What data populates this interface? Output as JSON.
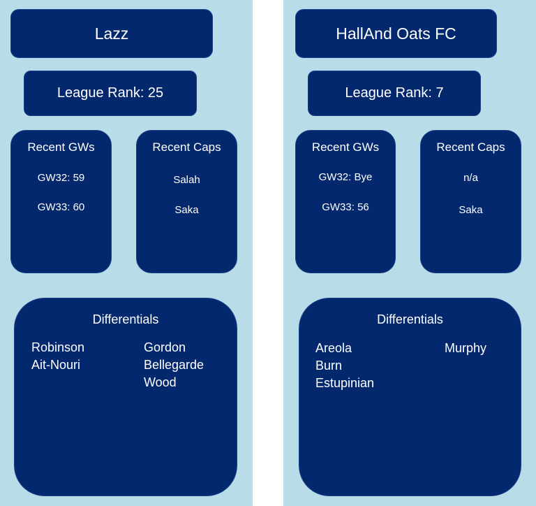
{
  "teams": [
    {
      "name": "Lazz",
      "league_rank": "League Rank: 25",
      "recent_gws": {
        "title": "Recent GWs",
        "items": [
          "GW32: 59",
          "GW33: 60"
        ]
      },
      "recent_caps": {
        "title": "Recent Caps",
        "items": [
          "Salah",
          "Saka"
        ]
      },
      "differentials": {
        "title": "Differentials",
        "left": [
          "Robinson",
          "Ait-Nouri"
        ],
        "right": [
          "Gordon",
          "Bellegarde",
          "Wood"
        ]
      }
    },
    {
      "name": "HallAnd Oats FC",
      "league_rank": "League Rank: 7",
      "recent_gws": {
        "title": "Recent GWs",
        "items": [
          "GW32: Bye",
          "GW33: 56"
        ]
      },
      "recent_caps": {
        "title": "Recent Caps",
        "items": [
          "n/a",
          "Saka"
        ]
      },
      "differentials": {
        "title": "Differentials",
        "left": [
          "Areola",
          "Burn",
          "Estupinian"
        ],
        "right": [
          "Murphy"
        ]
      }
    }
  ],
  "colors": {
    "panel_background": "#b8dde8",
    "box_background": "#03286e",
    "text": "#ffffff"
  }
}
